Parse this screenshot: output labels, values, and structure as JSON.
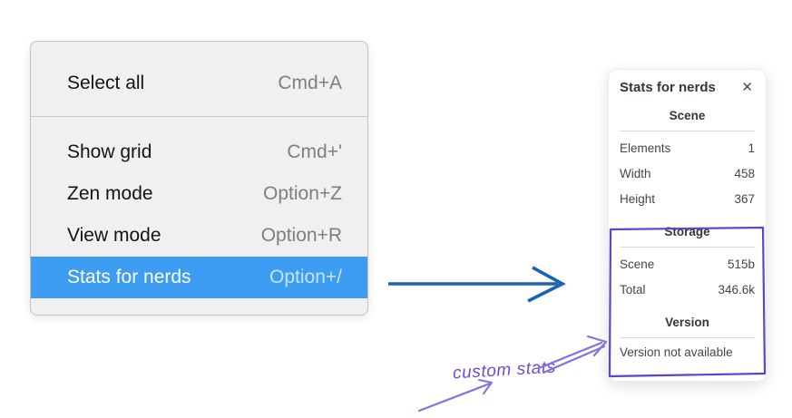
{
  "menu": {
    "items": [
      {
        "label": "Select all",
        "shortcut": "Cmd+A"
      },
      {
        "label": "Show grid",
        "shortcut": "Cmd+'"
      },
      {
        "label": "Zen mode",
        "shortcut": "Option+Z"
      },
      {
        "label": "View mode",
        "shortcut": "Option+R"
      },
      {
        "label": "Stats for nerds",
        "shortcut": "Option+/"
      }
    ],
    "highlighted_item": "Stats for nerds"
  },
  "panel": {
    "title": "Stats for nerds",
    "close_icon": "✕",
    "scene": {
      "heading": "Scene",
      "rows": [
        {
          "label": "Elements",
          "value": "1"
        },
        {
          "label": "Width",
          "value": "458"
        },
        {
          "label": "Height",
          "value": "367"
        }
      ]
    },
    "storage": {
      "heading": "Storage",
      "rows": [
        {
          "label": "Scene",
          "value": "515b"
        },
        {
          "label": "Total",
          "value": "346.6k"
        }
      ]
    },
    "version": {
      "heading": "Version",
      "note": "Version not available"
    }
  },
  "annotation": {
    "label": "custom stats"
  },
  "colors": {
    "menu_highlight": "#3d9df3",
    "flow_arrow": "#1d64b0",
    "annotation_box": "#5f43ce",
    "annotation_text": "#6a4dd4",
    "annotation_arrow": "#8471e0"
  }
}
